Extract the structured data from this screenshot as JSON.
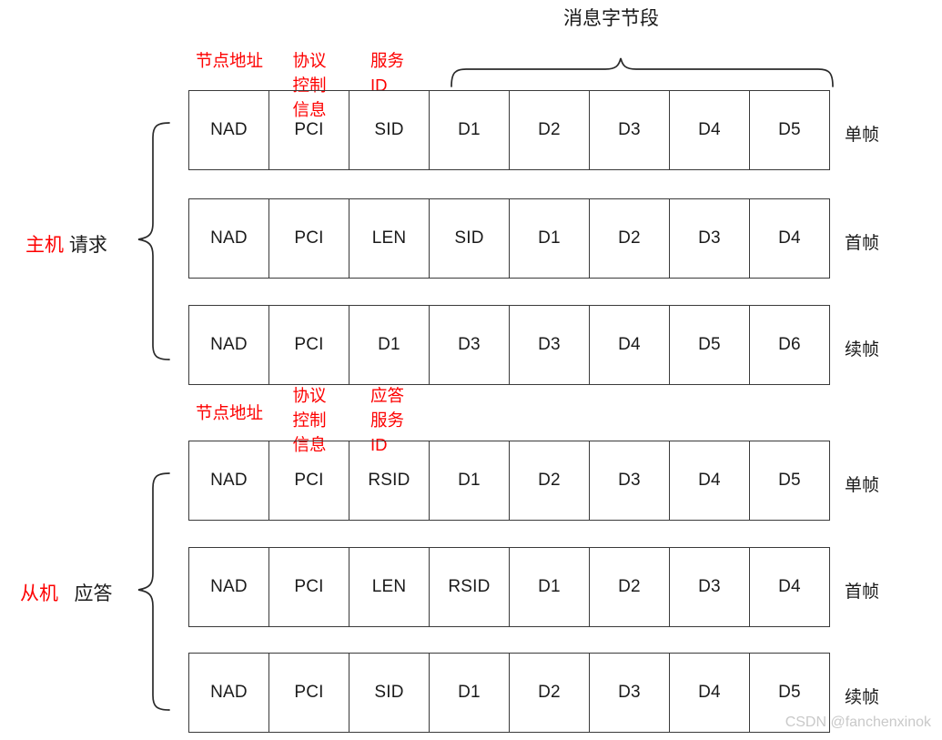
{
  "diagram": {
    "title_top": "消息字节段",
    "watermark": "CSDN @fanchenxinok",
    "groups": [
      {
        "name": "master-request",
        "label_highlight": "主机",
        "label_normal": "请求",
        "annotations": [
          {
            "name": "node-address",
            "text": "节点地址"
          },
          {
            "name": "protocol-control-information",
            "text": "协议\n控制\n信息"
          },
          {
            "name": "service-id",
            "text": "服务\nID"
          }
        ],
        "rows": [
          {
            "type": "单帧",
            "cells": [
              "NAD",
              "PCI",
              "SID",
              "D1",
              "D2",
              "D3",
              "D4",
              "D5"
            ]
          },
          {
            "type": "首帧",
            "cells": [
              "NAD",
              "PCI",
              "LEN",
              "SID",
              "D1",
              "D2",
              "D3",
              "D4"
            ]
          },
          {
            "type": "续帧",
            "cells": [
              "NAD",
              "PCI",
              "D1",
              "D3",
              "D3",
              "D4",
              "D5",
              "D6"
            ]
          }
        ]
      },
      {
        "name": "slave-response",
        "label_highlight": "从机",
        "label_normal": "应答",
        "annotations": [
          {
            "name": "node-address",
            "text": "节点地址"
          },
          {
            "name": "protocol-control-information",
            "text": "协议\n控制\n信息"
          },
          {
            "name": "response-service-id",
            "text": "应答\n服务\nID"
          }
        ],
        "rows": [
          {
            "type": "单帧",
            "cells": [
              "NAD",
              "PCI",
              "RSID",
              "D1",
              "D2",
              "D3",
              "D4",
              "D5"
            ]
          },
          {
            "type": "首帧",
            "cells": [
              "NAD",
              "PCI",
              "LEN",
              "RSID",
              "D1",
              "D2",
              "D3",
              "D4"
            ]
          },
          {
            "type": "续帧",
            "cells": [
              "NAD",
              "PCI",
              "SID",
              "D1",
              "D2",
              "D3",
              "D4",
              "D5"
            ]
          }
        ]
      }
    ],
    "colors": {
      "annotation": "#fd0000",
      "text": "#1a1a1a",
      "border": "#3a3a3a",
      "watermark": "#c9c9c9"
    }
  }
}
